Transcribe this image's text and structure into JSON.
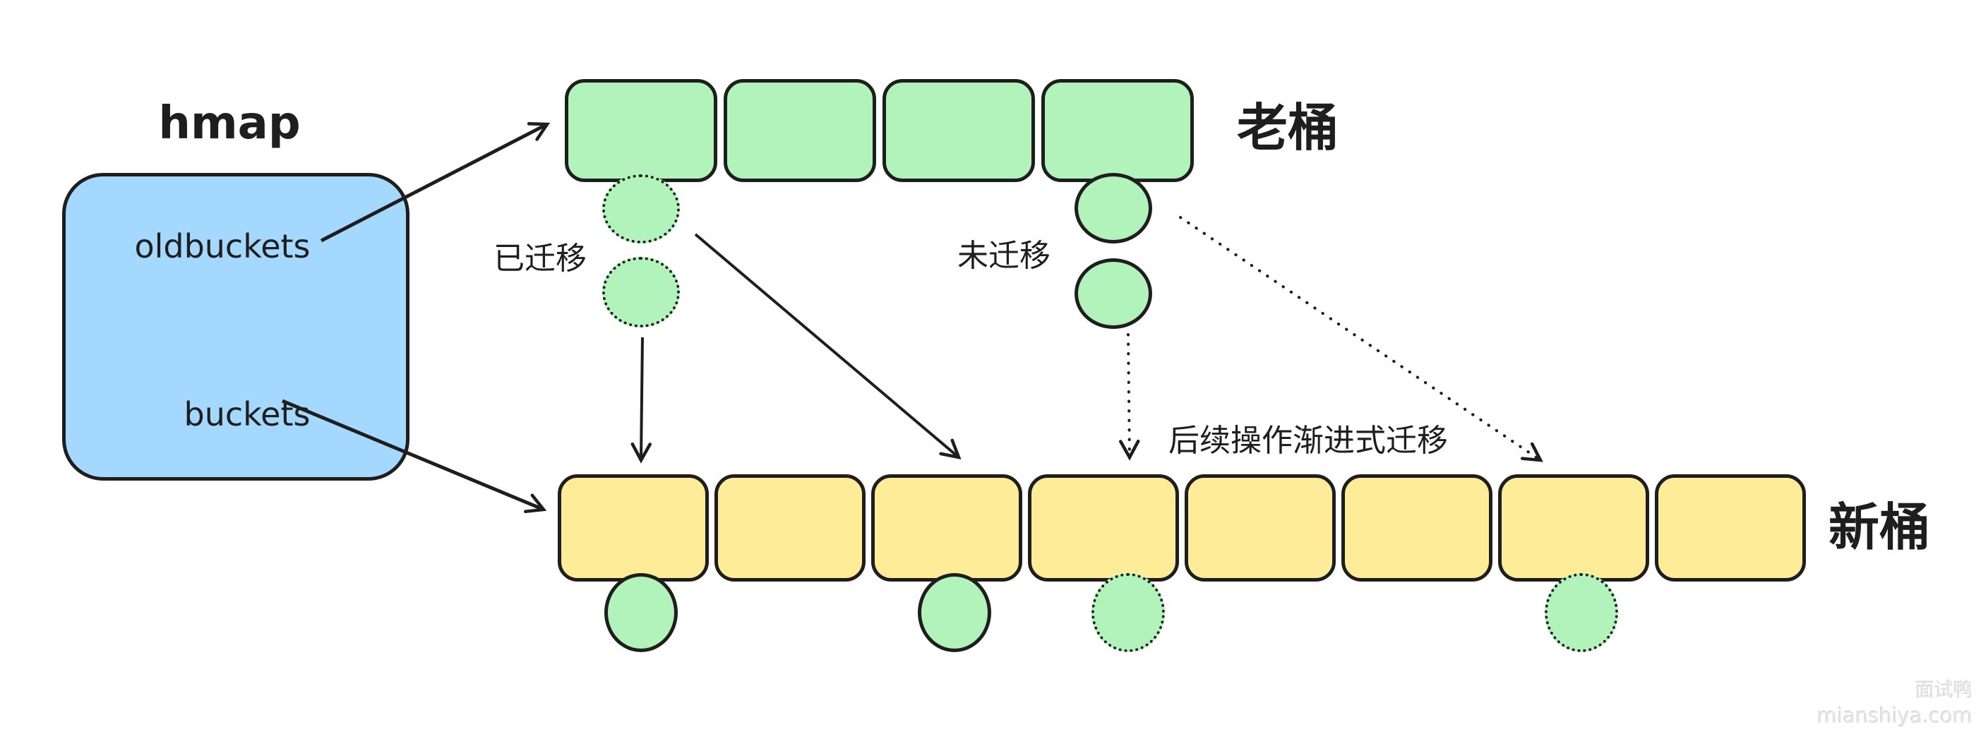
{
  "diagram": {
    "title": "hmap",
    "hmap_box": {
      "fill_color": "#a5d8ff",
      "fields": {
        "oldbuckets_label": "oldbuckets",
        "buckets_label": "buckets"
      }
    },
    "old_bucket_row": {
      "label": "老桶",
      "bucket_count": 4,
      "fill_color": "#b2f2bb"
    },
    "new_bucket_row": {
      "label": "新桶",
      "bucket_count": 8,
      "fill_color": "#ffec99"
    },
    "annotations": {
      "migrated_label": "已迁移",
      "not_migrated_label": "未迁移",
      "incremental_label": "后续操作渐进式迁移"
    },
    "stroke_color": "#1e1e1e",
    "cell_fill_color": "#b2f2bb"
  },
  "watermark": {
    "line1": "面试鸭",
    "line2": "mianshiya.com"
  }
}
